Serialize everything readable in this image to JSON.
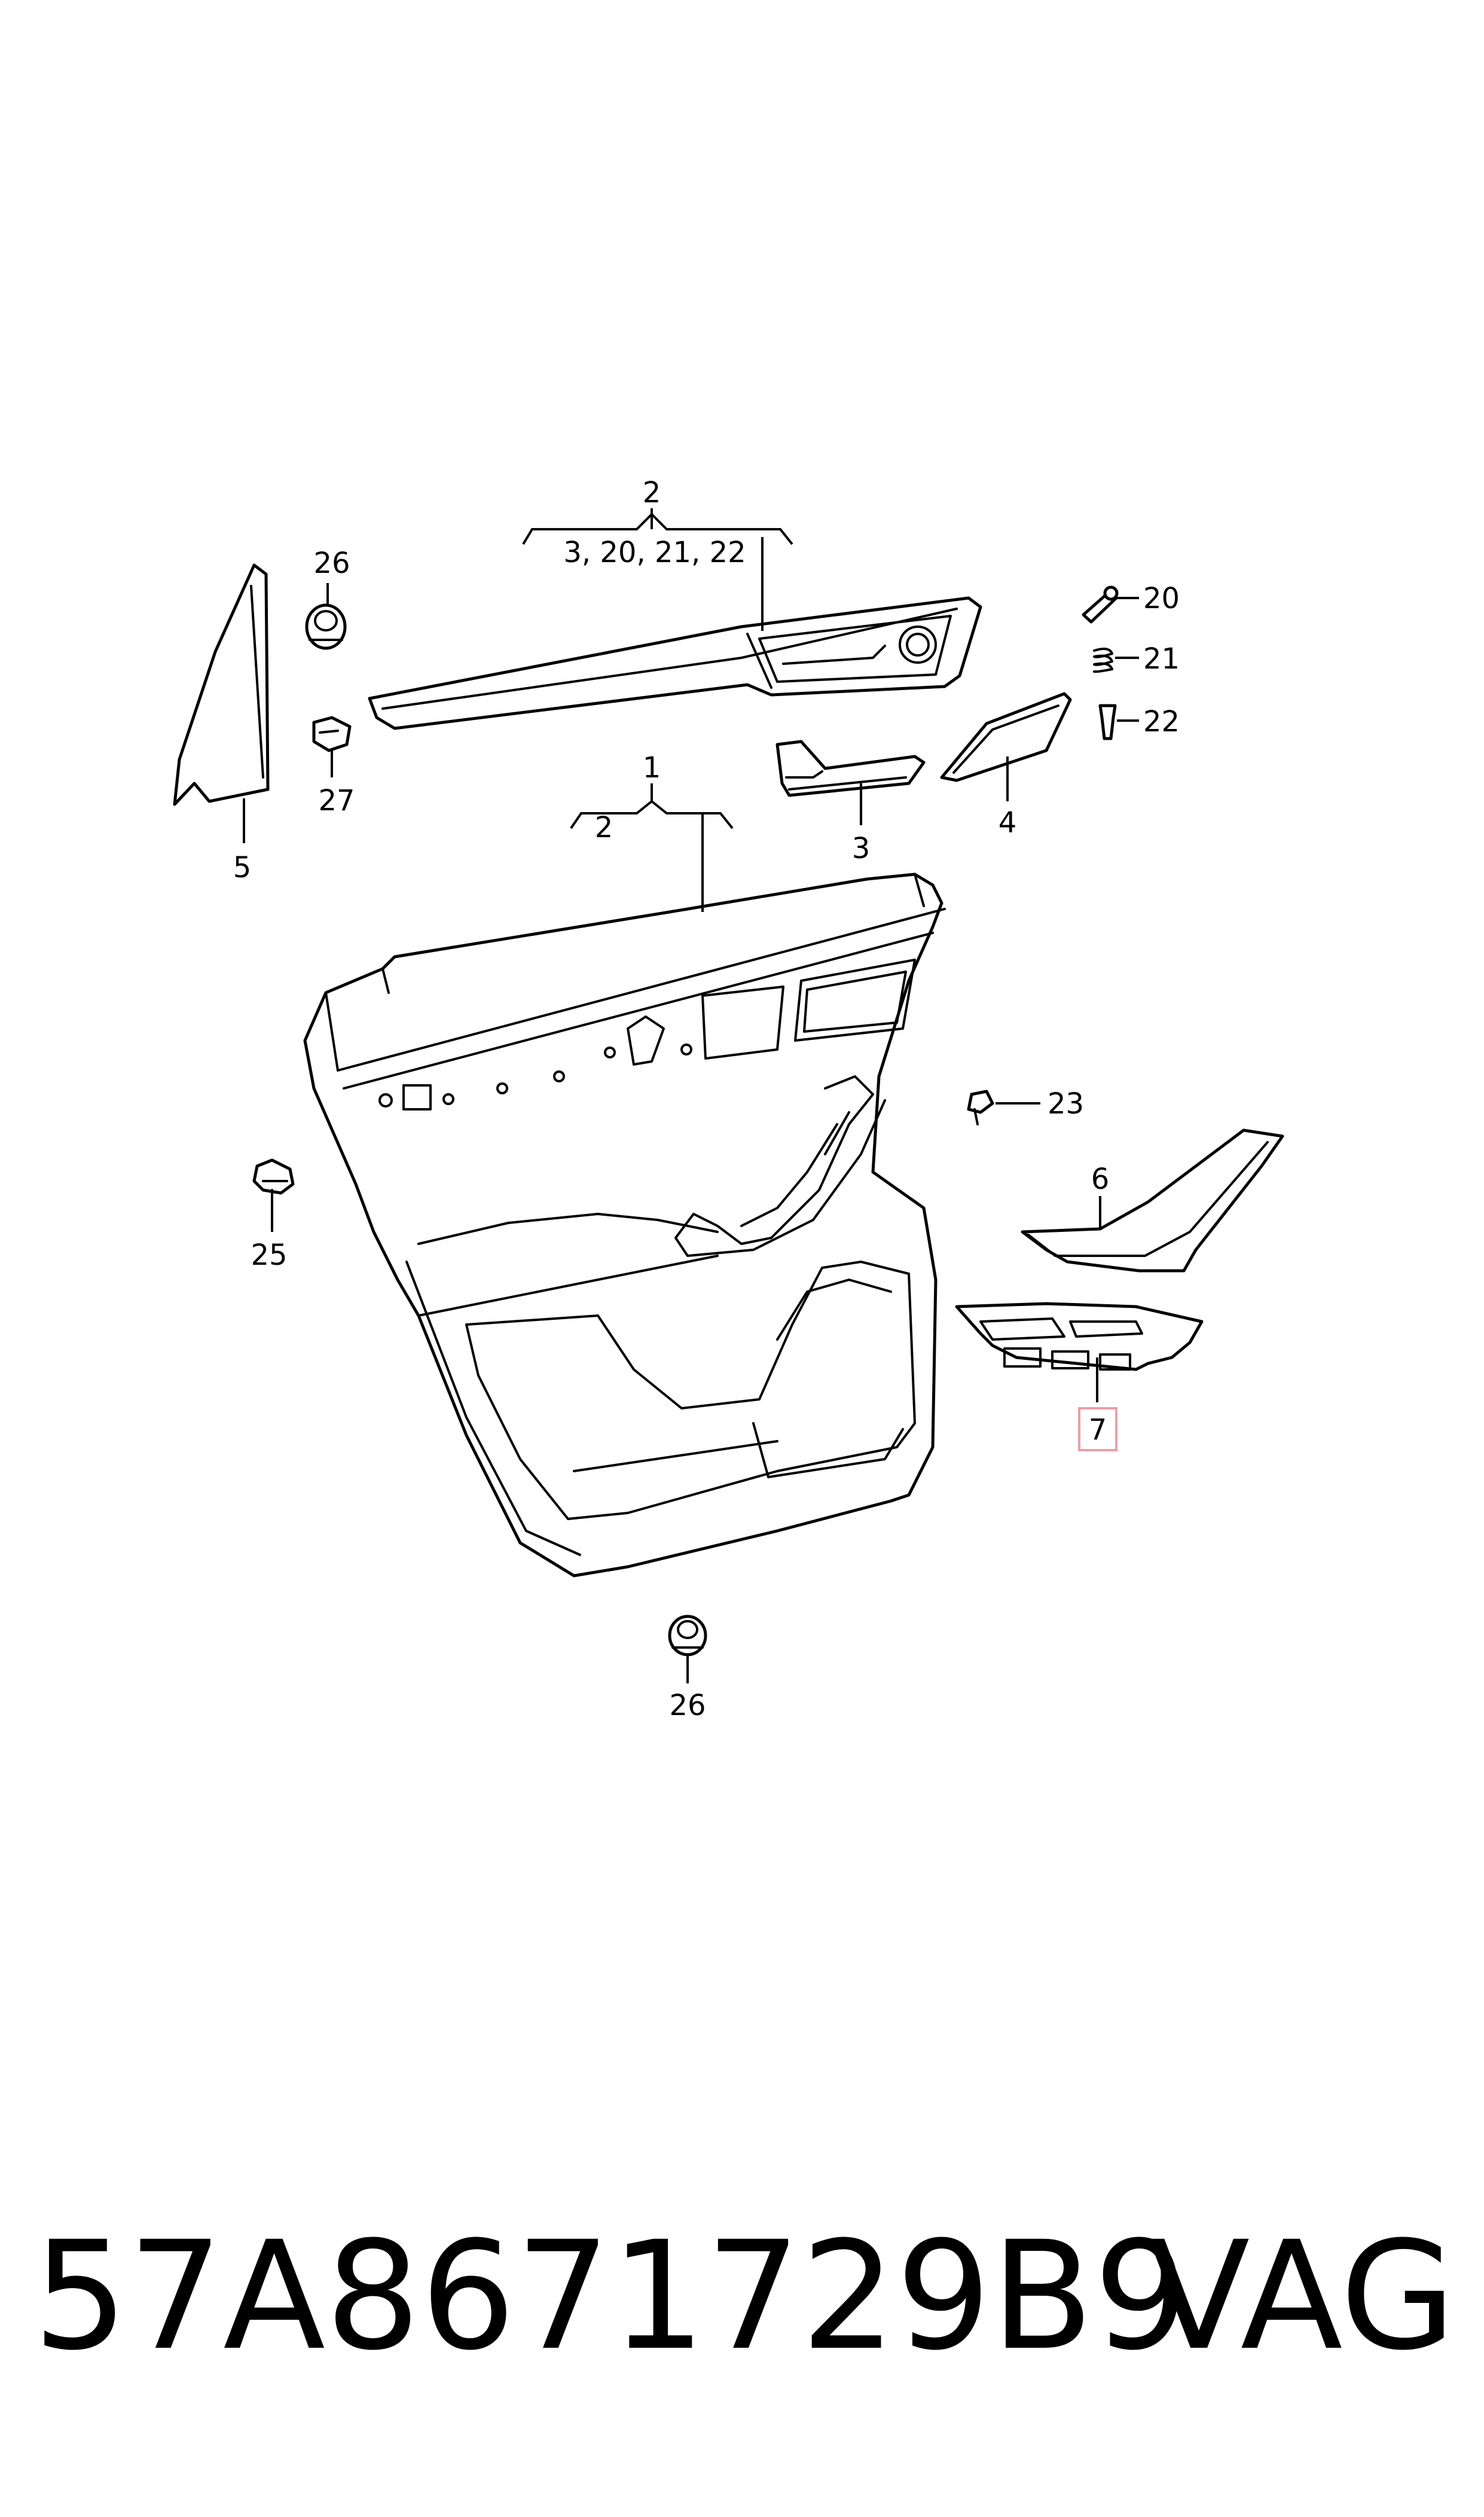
{
  "callouts": {
    "c1": "1",
    "c1_sub": "2",
    "c2": "2",
    "c2_sub": "3, 20, 21, 22",
    "c3": "3",
    "c4": "4",
    "c5": "5",
    "c6": "6",
    "c7": "7",
    "c20": "20",
    "c21": "21",
    "c22": "22",
    "c23": "23",
    "c25": "25",
    "c26_top": "26",
    "c26_bottom": "26",
    "c27": "27"
  },
  "highlight_color": "#e8a0a8",
  "footer": {
    "part_number": "57A8671729B9",
    "brand": "VAG"
  }
}
